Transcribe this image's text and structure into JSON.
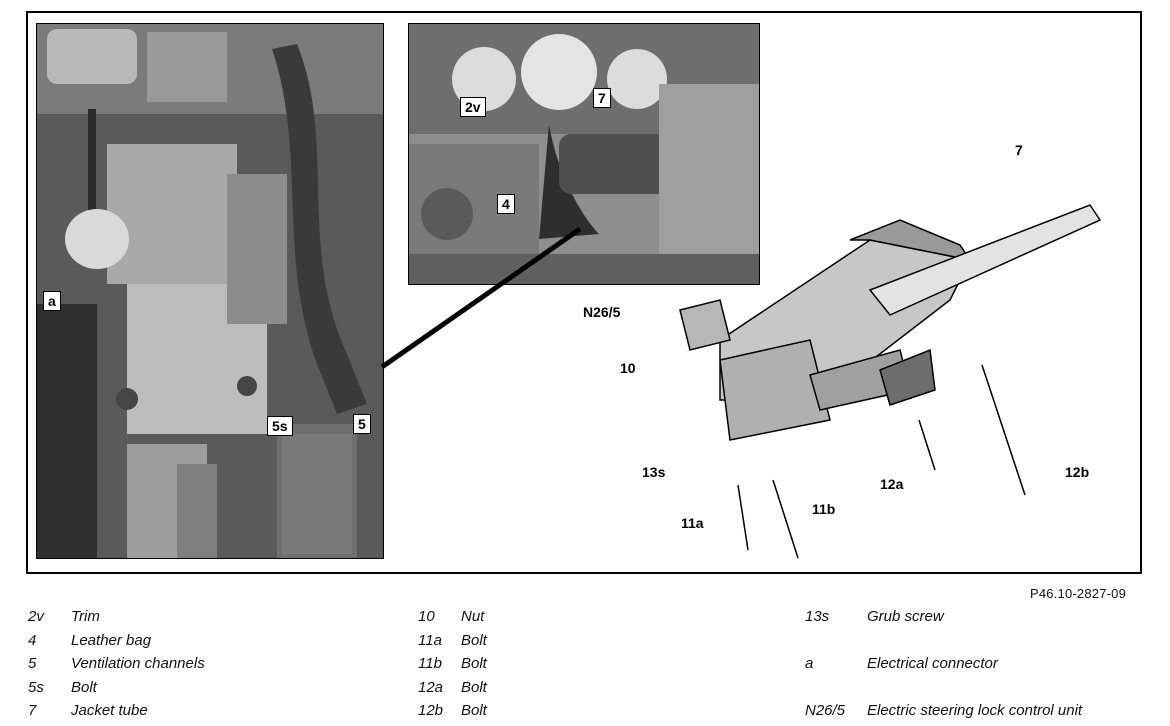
{
  "figure_id": "P46.10-2827-09",
  "photo_left": {
    "callouts": [
      {
        "id": "a",
        "text": "a"
      },
      {
        "id": "5s",
        "text": "5s"
      },
      {
        "id": "5",
        "text": "5"
      }
    ]
  },
  "photo_inset": {
    "callouts": [
      {
        "id": "2v",
        "text": "2v"
      },
      {
        "id": "7",
        "text": "7"
      },
      {
        "id": "4",
        "text": "4"
      }
    ]
  },
  "drawing": {
    "labels": [
      {
        "id": "7",
        "text": "7"
      },
      {
        "id": "N26/5",
        "text": "N26/5"
      },
      {
        "id": "10",
        "text": "10"
      },
      {
        "id": "13s",
        "text": "13s"
      },
      {
        "id": "12a",
        "text": "12a"
      },
      {
        "id": "12b",
        "text": "12b"
      },
      {
        "id": "11a",
        "text": "11a"
      },
      {
        "id": "11b",
        "text": "11b"
      }
    ]
  },
  "legend": {
    "col1": [
      {
        "code": "2v",
        "text": "Trim"
      },
      {
        "code": "4",
        "text": "Leather bag"
      },
      {
        "code": "5",
        "text": "Ventilation channels"
      },
      {
        "code": "5s",
        "text": "Bolt"
      },
      {
        "code": "7",
        "text": "Jacket tube"
      }
    ],
    "col2": [
      {
        "code": "10",
        "text": "Nut"
      },
      {
        "code": "11a",
        "text": "Bolt"
      },
      {
        "code": "11b",
        "text": "Bolt"
      },
      {
        "code": "12a",
        "text": "Bolt"
      },
      {
        "code": "12b",
        "text": "Bolt"
      }
    ],
    "col3": [
      {
        "code": "13s",
        "text": "Grub screw"
      },
      {
        "code": "",
        "text": ""
      },
      {
        "code": "a",
        "text": "Electrical connector"
      },
      {
        "code": "",
        "text": ""
      },
      {
        "code": "N26/5",
        "text": "Electric steering lock control unit"
      }
    ]
  }
}
